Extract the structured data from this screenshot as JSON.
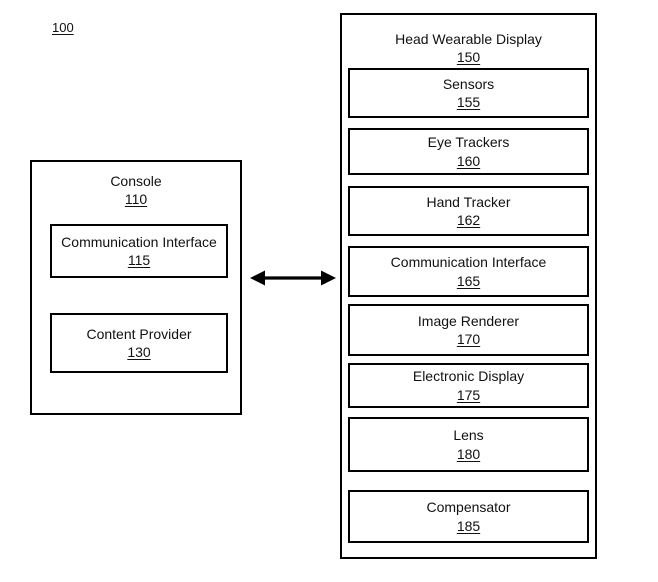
{
  "figure": {
    "ref_label": "100",
    "connector": {
      "type": "bidirectional-arrow"
    },
    "colors": {
      "line": "#000000",
      "background": "#ffffff"
    },
    "console": {
      "title": "Console",
      "ref": "110",
      "children": [
        {
          "title": "Communication Interface",
          "ref": "115"
        },
        {
          "title": "Content Provider",
          "ref": "130"
        }
      ]
    },
    "hwd": {
      "title": "Head Wearable Display",
      "ref": "150",
      "children": [
        {
          "title": "Sensors",
          "ref": "155"
        },
        {
          "title": "Eye Trackers",
          "ref": "160"
        },
        {
          "title": "Hand Tracker",
          "ref": "162"
        },
        {
          "title": "Communication Interface",
          "ref": "165"
        },
        {
          "title": "Image Renderer",
          "ref": "170"
        },
        {
          "title": "Electronic Display",
          "ref": "175"
        },
        {
          "title": "Lens",
          "ref": "180"
        },
        {
          "title": "Compensator",
          "ref": "185"
        }
      ]
    }
  }
}
